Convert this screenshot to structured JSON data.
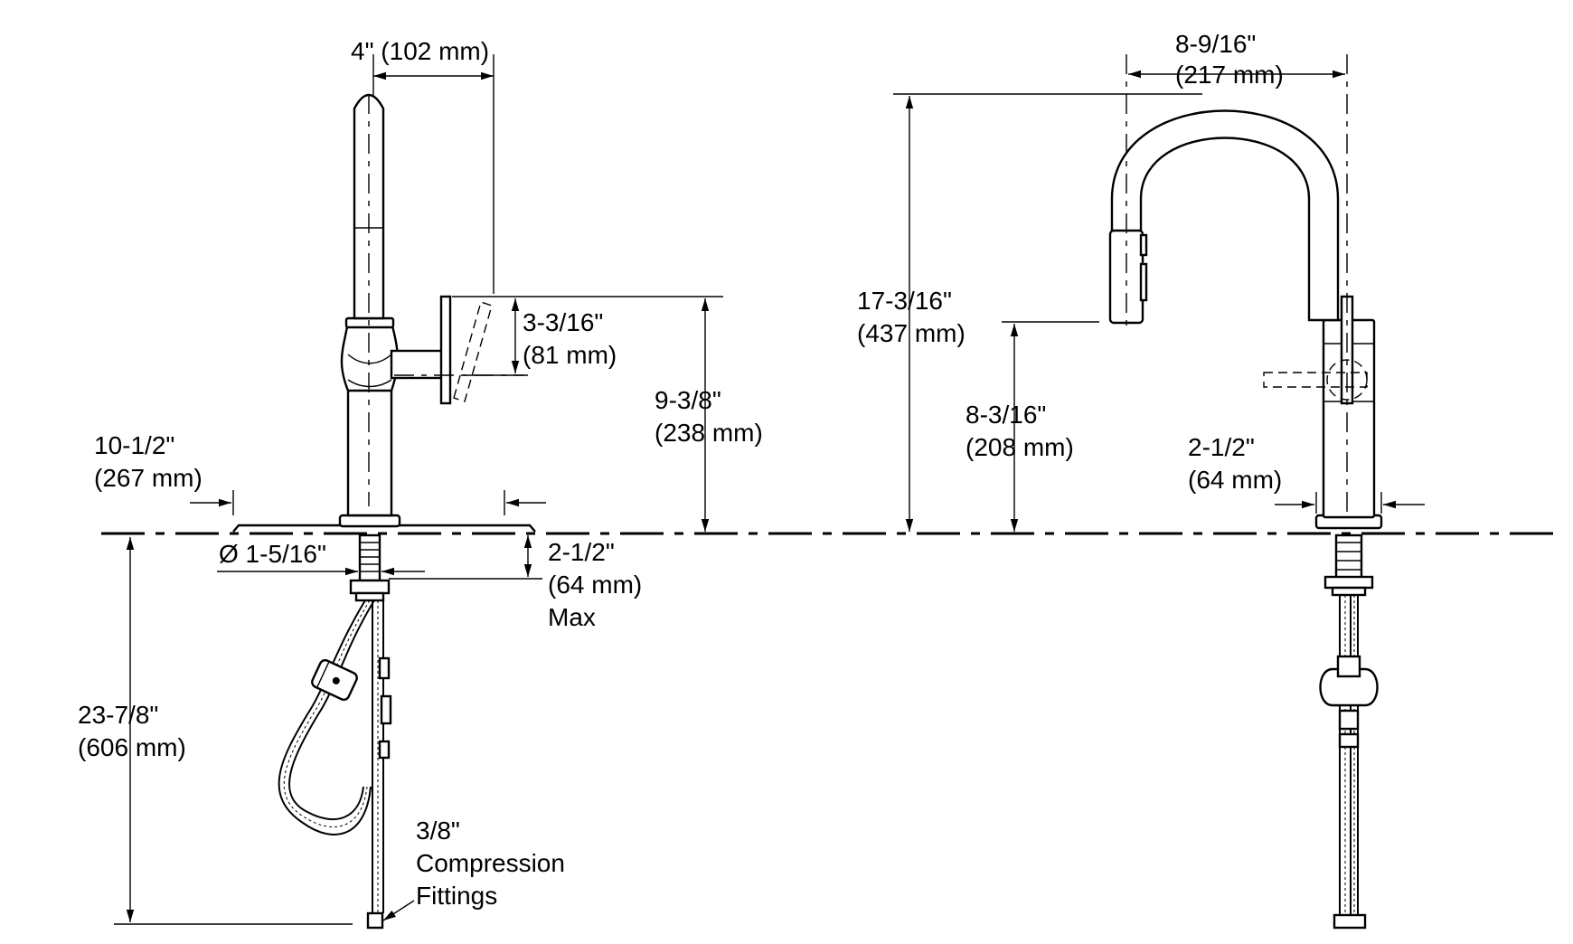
{
  "diagram": {
    "side_view": {
      "spout_reach": [
        "4\" (102 mm)"
      ],
      "handle_height": [
        "3-3/16\"",
        "(81 mm)"
      ],
      "deck_to_handle": [
        "9-3/8\"",
        "(238 mm)"
      ],
      "plate_width": [
        "10-1/2\"",
        "(267 mm)"
      ],
      "hole_diameter": [
        "Ø 1-5/16\""
      ],
      "deck_thickness": [
        "2-1/2\"",
        "(64 mm)",
        "Max"
      ],
      "overall_supply": [
        "23-7/8\"",
        "(606 mm)"
      ],
      "fittings": [
        "3/8\"",
        "Compression",
        "Fittings"
      ]
    },
    "front_view": {
      "spout_width": [
        "8-9/16\"",
        "(217 mm)"
      ],
      "overall_height": [
        "17-3/16\"",
        "(437 mm)"
      ],
      "spout_clearance": [
        "8-3/16\"",
        "(208 mm)"
      ],
      "base_diameter": [
        "2-1/2\"",
        "(64 mm)"
      ]
    }
  }
}
